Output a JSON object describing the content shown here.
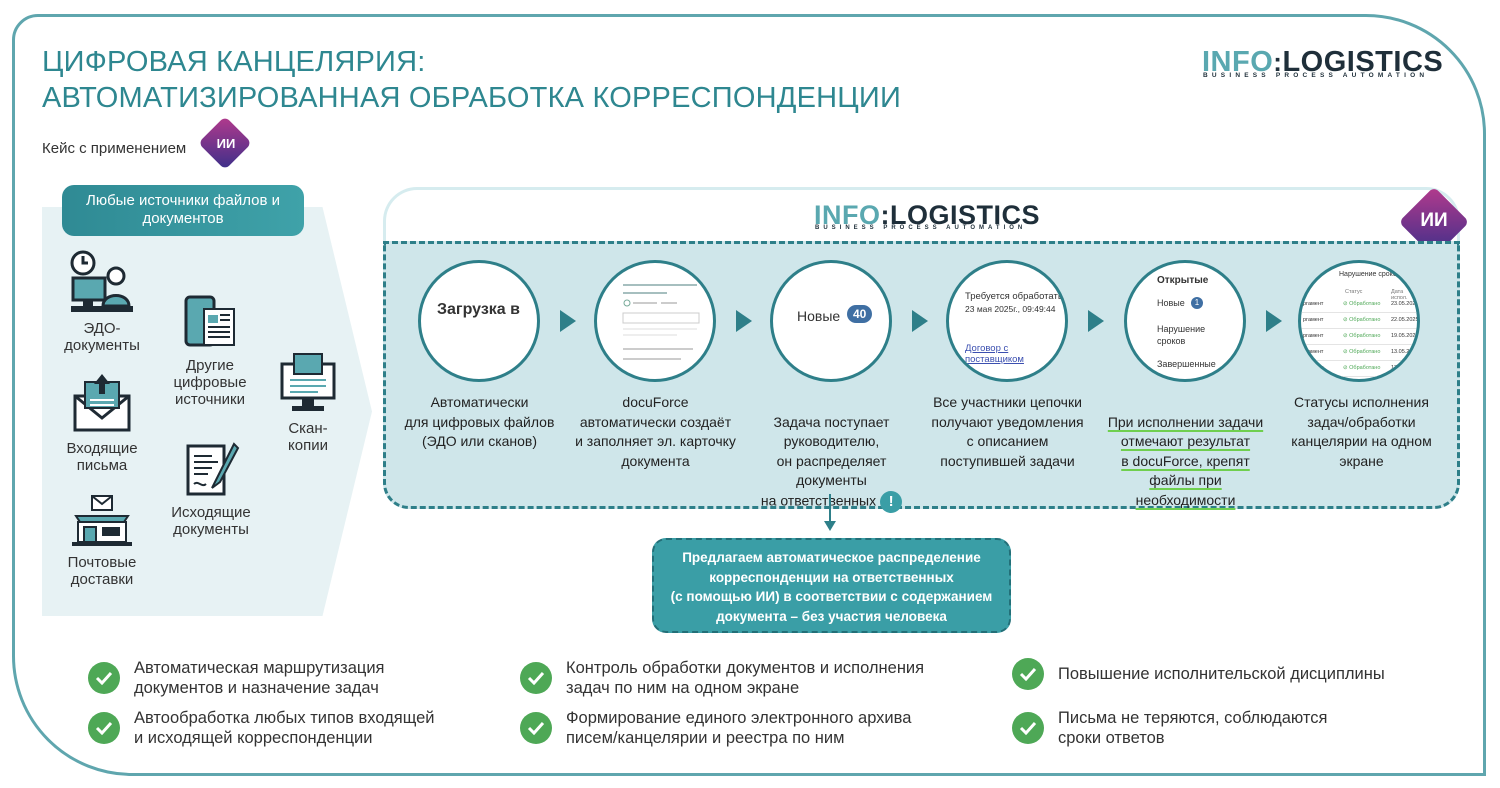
{
  "header": {
    "title_line1": "ЦИФРОВАЯ КАНЦЕЛЯРИЯ:",
    "title_line2": "АВТОМАТИЗИРОВАННАЯ ОБРАБОТКА КОРРЕСПОНДЕНЦИИ",
    "subtitle": "Кейс с применением",
    "ai_badge": "ИИ"
  },
  "logo": {
    "part1": "INFO",
    "part2": "LOGISTICS",
    "tagline": "BUSINESS PROCESS AUTOMATION"
  },
  "sources": {
    "header": "Любые источники файлов и документов",
    "items": [
      {
        "label": "ЭДО-\nдокументы",
        "icon": "person-computer-icon"
      },
      {
        "label": "Другие\nцифровые\nисточники",
        "icon": "tablet-document-icon"
      },
      {
        "label": "Скан-\nкопии",
        "icon": "scanner-monitor-icon"
      },
      {
        "label": "Входящие\nписьма",
        "icon": "envelope-upload-icon"
      },
      {
        "label": "Исходящие\nдокументы",
        "icon": "document-pen-icon"
      },
      {
        "label": "Почтовые\nдоставки",
        "icon": "post-office-icon"
      }
    ]
  },
  "process": {
    "ai_badge": "ИИ",
    "steps": [
      {
        "circle_text": "Загрузка в",
        "text": "Автоматически\nдля цифровых файлов\n(ЭДО или сканов)"
      },
      {
        "circle_text": "",
        "text": "docuForce\nавтоматически создаёт\nи заполняет эл. карточку\nдокумента"
      },
      {
        "circle_text": "Новые",
        "badge": "40",
        "text": "Задача поступает\nруководителю,\nон распределяет\nдокументы\nна ответственных"
      },
      {
        "circle_line1": "Требуется обработать",
        "circle_line2": "23 мая 2025г., 09:49:44",
        "circle_link": "Договор с поставщиком",
        "text": "Все участники цепочки\nполучают уведомления\nс описанием\nпоступившей задачи"
      },
      {
        "circle_title": "Открытые",
        "circle_items": [
          "Новые",
          "Нарушение\nсроков",
          "Завершенные"
        ],
        "circle_badge": "1",
        "text": "При исполнении задачи\nотмечают результат\nв docuForce, крепят\nфайлы при\nнеобходимости"
      },
      {
        "circle_title": "Нарушение сроков",
        "circle_header_cols": [
          "Статус",
          "Дата испол."
        ],
        "circle_rows": [
          {
            "name": "ргамент",
            "status": "Обработано",
            "date": "23.05.2025"
          },
          {
            "name": "ргамент",
            "status": "Обработано",
            "date": "22.05.2025"
          },
          {
            "name": "ргамент",
            "status": "Обработано",
            "date": "19.05.2025"
          },
          {
            "name": "ргамент",
            "status": "Обработано",
            "date": "13.05.20"
          },
          {
            "name": "ргамент",
            "status": "Обработано",
            "date": "13.0"
          }
        ],
        "text": "Статусы исполнения\nзадач/обработки\nканцелярии на одном\nэкране"
      }
    ],
    "exclamation": "!"
  },
  "proposal": {
    "text": "Предлагаем автоматическое распределение\nкорреспонденции на ответственных\n(с помощью ИИ) в соответствии с содержанием\nдокумента – без участия человека"
  },
  "benefits": [
    "Автоматическая маршрутизация\nдокументов и назначение задач",
    "Автообработка любых типов входящей\nи исходящей корреспонденции",
    "Контроль обработки документов и исполнения\nзадач по ним на одном экране",
    "Формирование единого электронного архива\nписем/канцелярии и реестра по ним",
    "Повышение исполнительской дисциплины",
    "Письма не теряются, соблюдаются\nсроки ответов"
  ],
  "colors": {
    "accent": "#2e8790",
    "panel": "#cfe6ea",
    "check": "#4ea856",
    "ai_gradient_start": "#b43a8c",
    "ai_gradient_end": "#3b2f8a"
  }
}
